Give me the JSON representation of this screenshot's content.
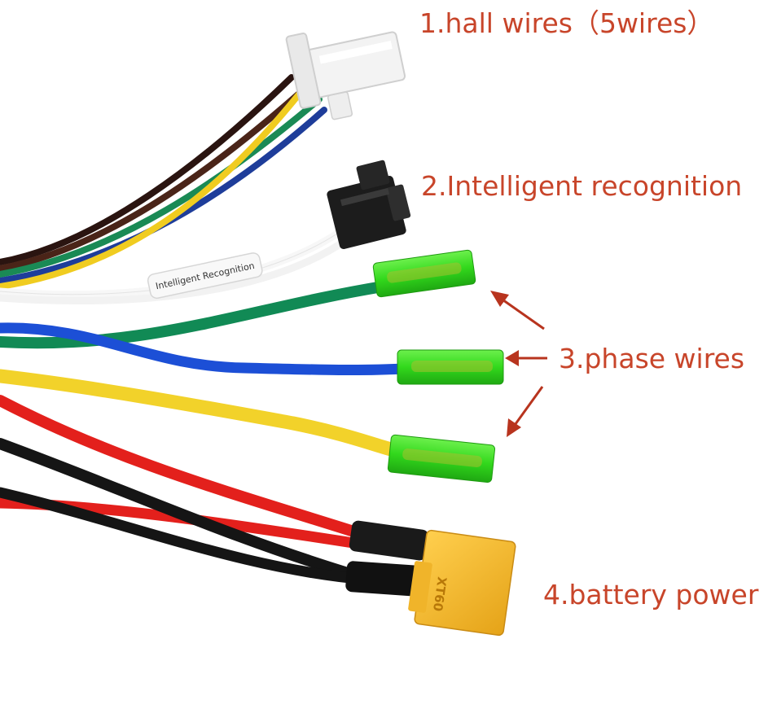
{
  "labels": {
    "hall": "1.hall wires（5wires）",
    "intelligent": "2.Intelligent recognition",
    "phase": "3.phase wires",
    "battery": "4.battery power"
  },
  "sleeve_text": "Intelligent Recognition",
  "connector_marking": "XT60",
  "colors": {
    "label_text": "#c8452a",
    "arrow": "#b8341e",
    "phase_green": "#118a55",
    "phase_blue": "#1c4fd6",
    "phase_yellow": "#f2d22a",
    "battery_red": "#e3201c",
    "battery_black": "#151515",
    "hall_brown": "#4a2418",
    "hall_yellow": "#f0cc20",
    "hall_green": "#1a8a55",
    "hall_blue": "#1e3d9a",
    "connector_white": "#f3f3f3",
    "connector_black": "#1a1a1a",
    "terminal_green": "#33e21c",
    "xt60_yellow": "#f2b82c"
  }
}
